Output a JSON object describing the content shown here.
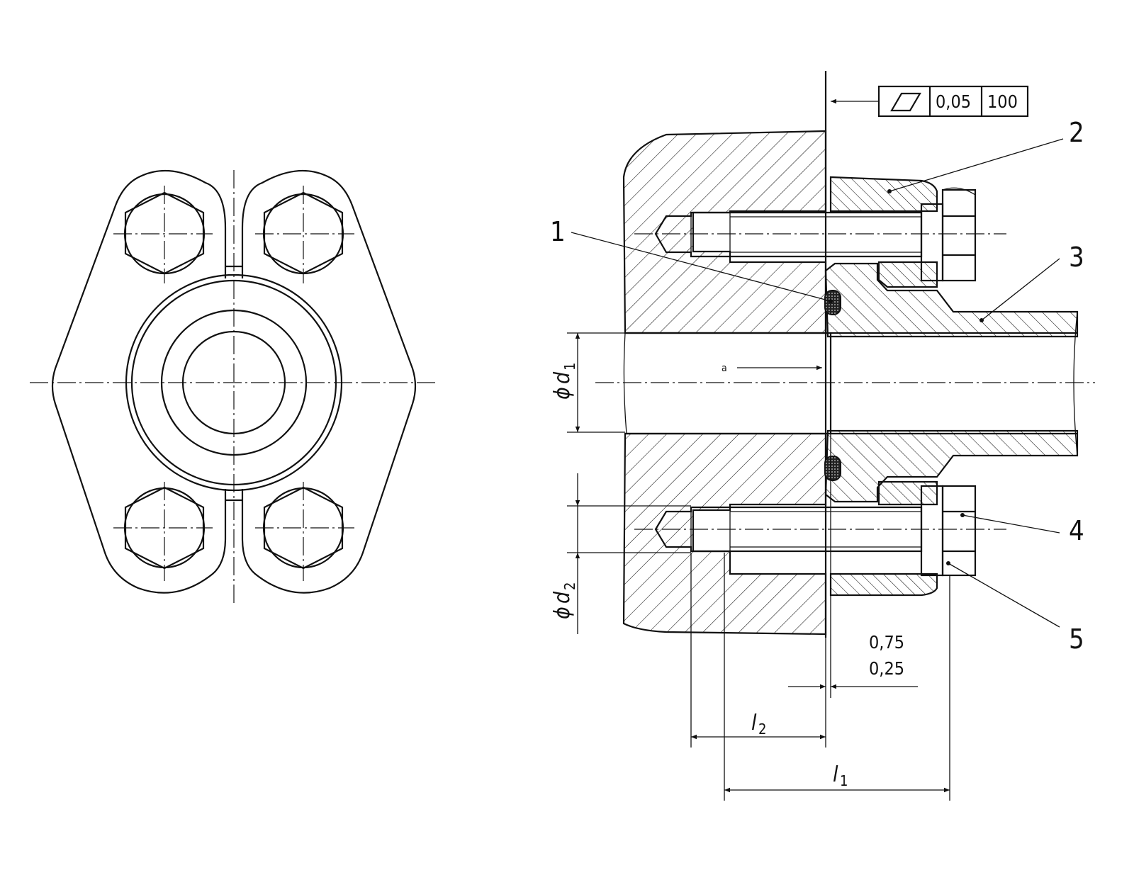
{
  "callouts": [
    "1",
    "2",
    "3",
    "4",
    "5"
  ],
  "tolerance_frame": {
    "value": "0,05",
    "length": "100",
    "symbol": "flatness-parallelogram-icon"
  },
  "dimensions": {
    "phi": "ϕ",
    "d": "d",
    "d1_sub": "1",
    "d2_sub": "2",
    "l": "l",
    "l1_sub": "1",
    "l2_sub": "2",
    "gap_max": "0,75",
    "gap_min": "0,25",
    "note_a": "a"
  }
}
